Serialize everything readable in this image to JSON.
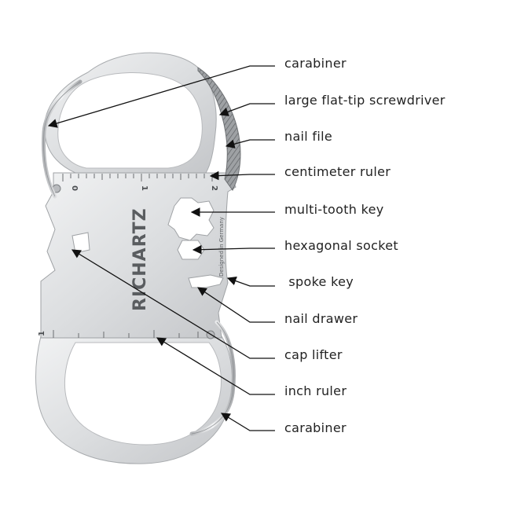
{
  "tool": {
    "brand": "RICHARTZ",
    "engraving": "Designed in Germany",
    "cm_ruler_numbers": [
      "0",
      "1",
      "2"
    ],
    "inch_ruler_number": "1"
  },
  "labels": [
    {
      "id": "carabiner-top",
      "text": "carabiner"
    },
    {
      "id": "screwdriver",
      "text": "large flat-tip screwdriver"
    },
    {
      "id": "nail-file",
      "text": "nail file"
    },
    {
      "id": "cm-ruler",
      "text": "centimeter ruler"
    },
    {
      "id": "multi-tooth-key",
      "text": "multi-tooth key"
    },
    {
      "id": "hex-socket",
      "text": "hexagonal socket"
    },
    {
      "id": "spoke-key",
      "text": " spoke key"
    },
    {
      "id": "nail-drawer",
      "text": "nail drawer"
    },
    {
      "id": "cap-lifter",
      "text": "cap lifter"
    },
    {
      "id": "inch-ruler",
      "text": "inch ruler"
    },
    {
      "id": "carabiner-bottom",
      "text": "carabiner"
    }
  ],
  "colors": {
    "steel_light": "#e9eaeb",
    "steel_mid": "#c9cbcd",
    "steel_dark": "#9a9c9f",
    "text": "#222222"
  }
}
